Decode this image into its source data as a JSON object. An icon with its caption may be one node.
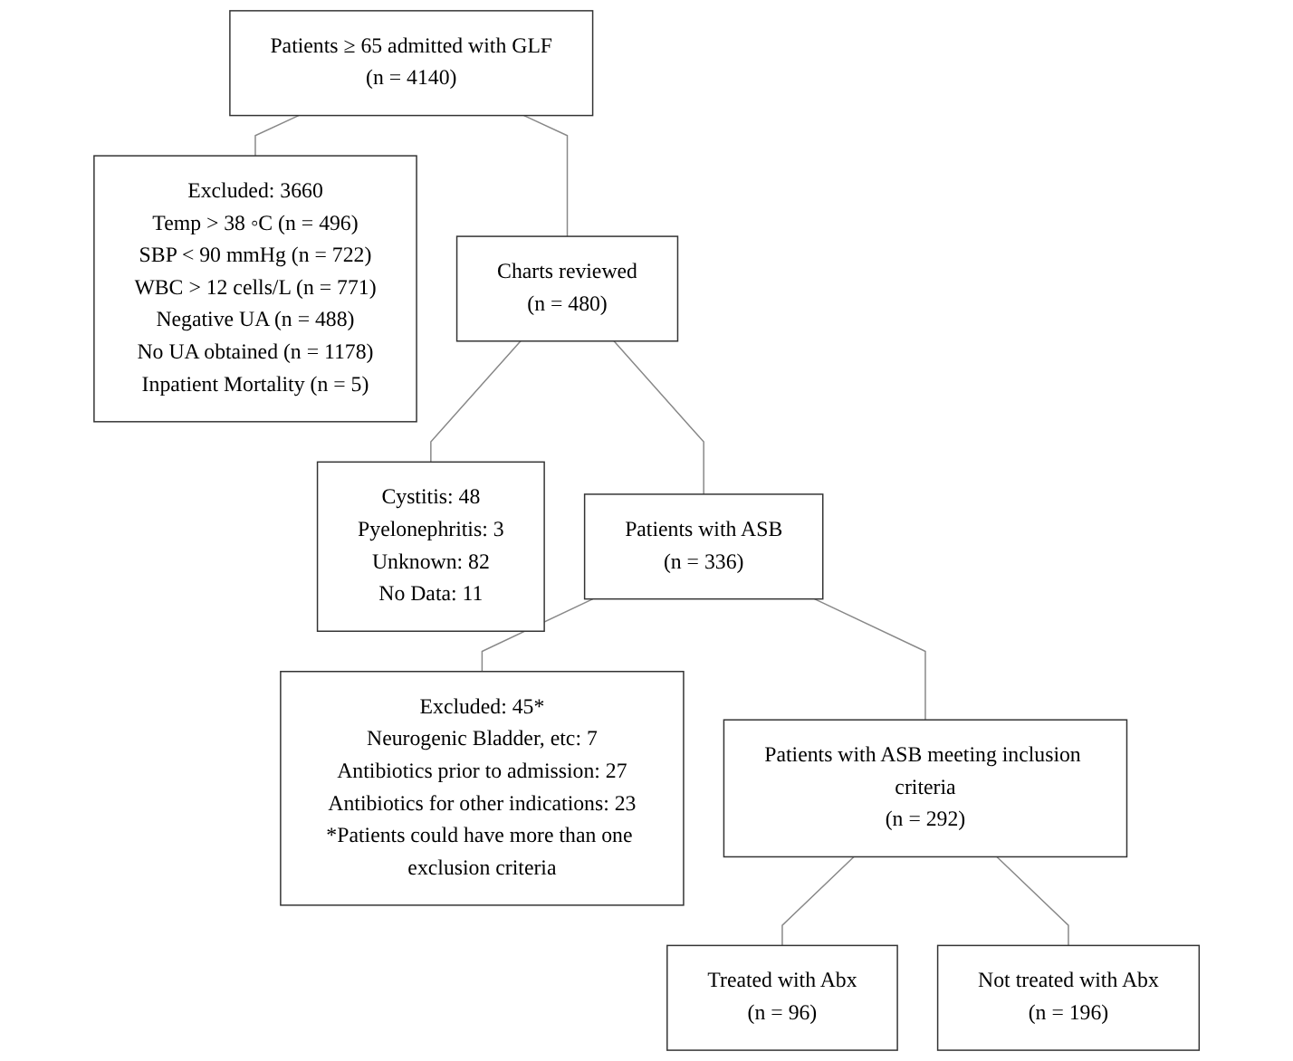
{
  "diagram": {
    "nodes": [
      {
        "text": [
          "Patients ≥ 65 admitted with GLF",
          "(n = 4140)"
        ]
      },
      {
        "text": [
          "Excluded: 3660",
          "Temp > 38 ◦C (n = 496)",
          "SBP < 90 mmHg (n = 722)",
          "WBC > 12 cells/L (n = 771)",
          "Negative UA (n = 488)",
          "No UA obtained (n = 1178)",
          "Inpatient Mortality (n = 5)"
        ]
      },
      {
        "text": [
          "Charts reviewed",
          "(n = 480)"
        ]
      },
      {
        "text": [
          "Cystitis: 48",
          "Pyelonephritis: 3",
          "Unknown: 82",
          "No Data: 11"
        ]
      },
      {
        "text": [
          "Excluded: 45*",
          "Neurogenic Bladder, etc: 7",
          "Antibiotics prior to admission: 27",
          "Antibiotics for other indications: 23",
          "*Patients could have more than one exclusion criteria"
        ]
      },
      {
        "text": [
          "Patients with ASB",
          "(n = 336)"
        ]
      },
      {
        "text": [
          "Patients with ASB meeting inclusion criteria",
          "(n = 292)"
        ]
      },
      {
        "text": [
          "Treated with Abx",
          "(n = 96)"
        ]
      },
      {
        "text": [
          "Not treated with Abx",
          "(n = 196)"
        ]
      }
    ],
    "edges": [
      {
        "from": 0,
        "to": 2,
        "arrow": "none"
      },
      {
        "from": 0,
        "to": 1,
        "arrow": "none"
      },
      {
        "from": 2,
        "to": 5,
        "arrow": "none"
      },
      {
        "from": 2,
        "to": 3,
        "arrow": "none"
      },
      {
        "from": 5,
        "to": 6,
        "arrow": "none"
      },
      {
        "from": 5,
        "to": 4,
        "arrow": "none"
      },
      {
        "from": 6,
        "to": 7,
        "arrow": "none"
      },
      {
        "from": 6,
        "to": 8,
        "arrow": "none"
      }
    ]
  }
}
